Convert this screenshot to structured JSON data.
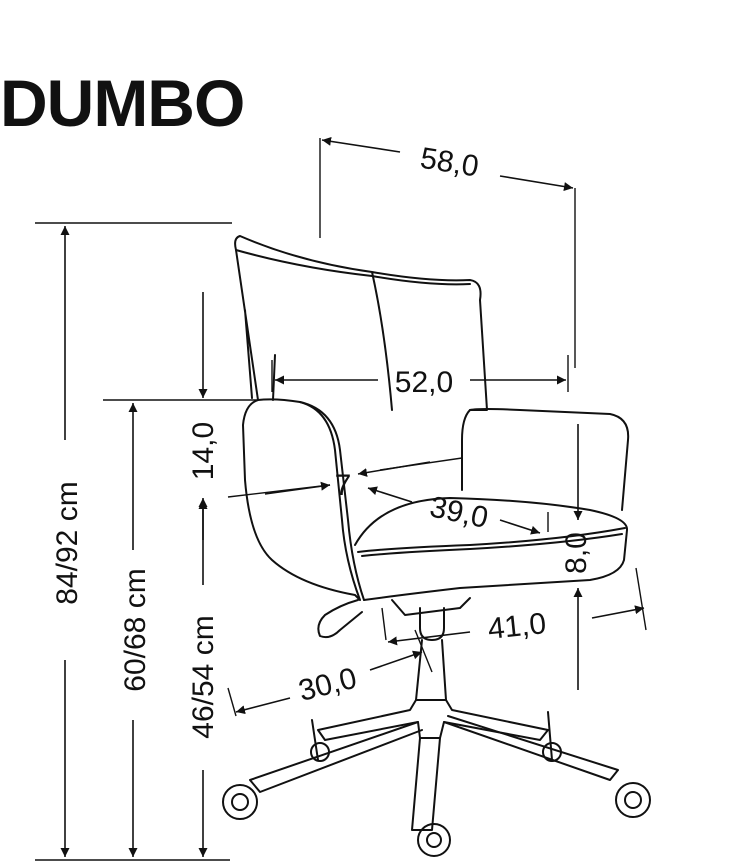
{
  "title": "DUMBO",
  "dimensions": {
    "width_overall": "58,0",
    "width_back": "52,0",
    "backrest_height": "14,0",
    "armrest_gap": "7",
    "seat_depth": "39,0",
    "seat_thickness": "8,0",
    "seat_width": "41,0",
    "seat_offset": "30,0",
    "total_height": "84/92 cm",
    "armrest_height": "60/68 cm",
    "seat_height": "46/54 cm"
  },
  "colors": {
    "line": "#111111",
    "background": "#ffffff"
  }
}
